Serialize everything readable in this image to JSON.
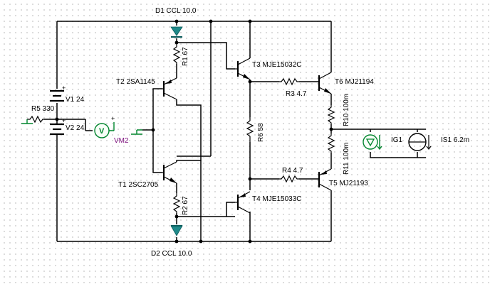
{
  "components": {
    "d1": "D1 CCL 10.0",
    "d2": "D2 CCL 10.0",
    "r1": "R1 67",
    "r2": "R2 67",
    "r3": "R3 4.7",
    "r4": "R4 4.7",
    "r5": "R5 330",
    "r6": "R6 58",
    "r10": "R10 100m",
    "r11": "R11 100m",
    "t1": "T1 2SC2705",
    "t2": "T2 2SA1145",
    "t3": "T3 MJE15032C",
    "t4": "T4 MJE15033C",
    "t5": "T5 MJ21193",
    "t6": "T6 MJ21194",
    "v1": "V1 24",
    "v2": "V2 24",
    "vm2": "VM2",
    "ig1": "IG1",
    "is1": "IS1 6.2m"
  },
  "symbols": {
    "plus": "+",
    "meter": "V"
  },
  "colors": {
    "wire": "#000000",
    "diode": "#1f8a8a",
    "meter": "#00852d",
    "meter_label": "#7a0a7a",
    "grid_dot": "#d4d4d4"
  }
}
